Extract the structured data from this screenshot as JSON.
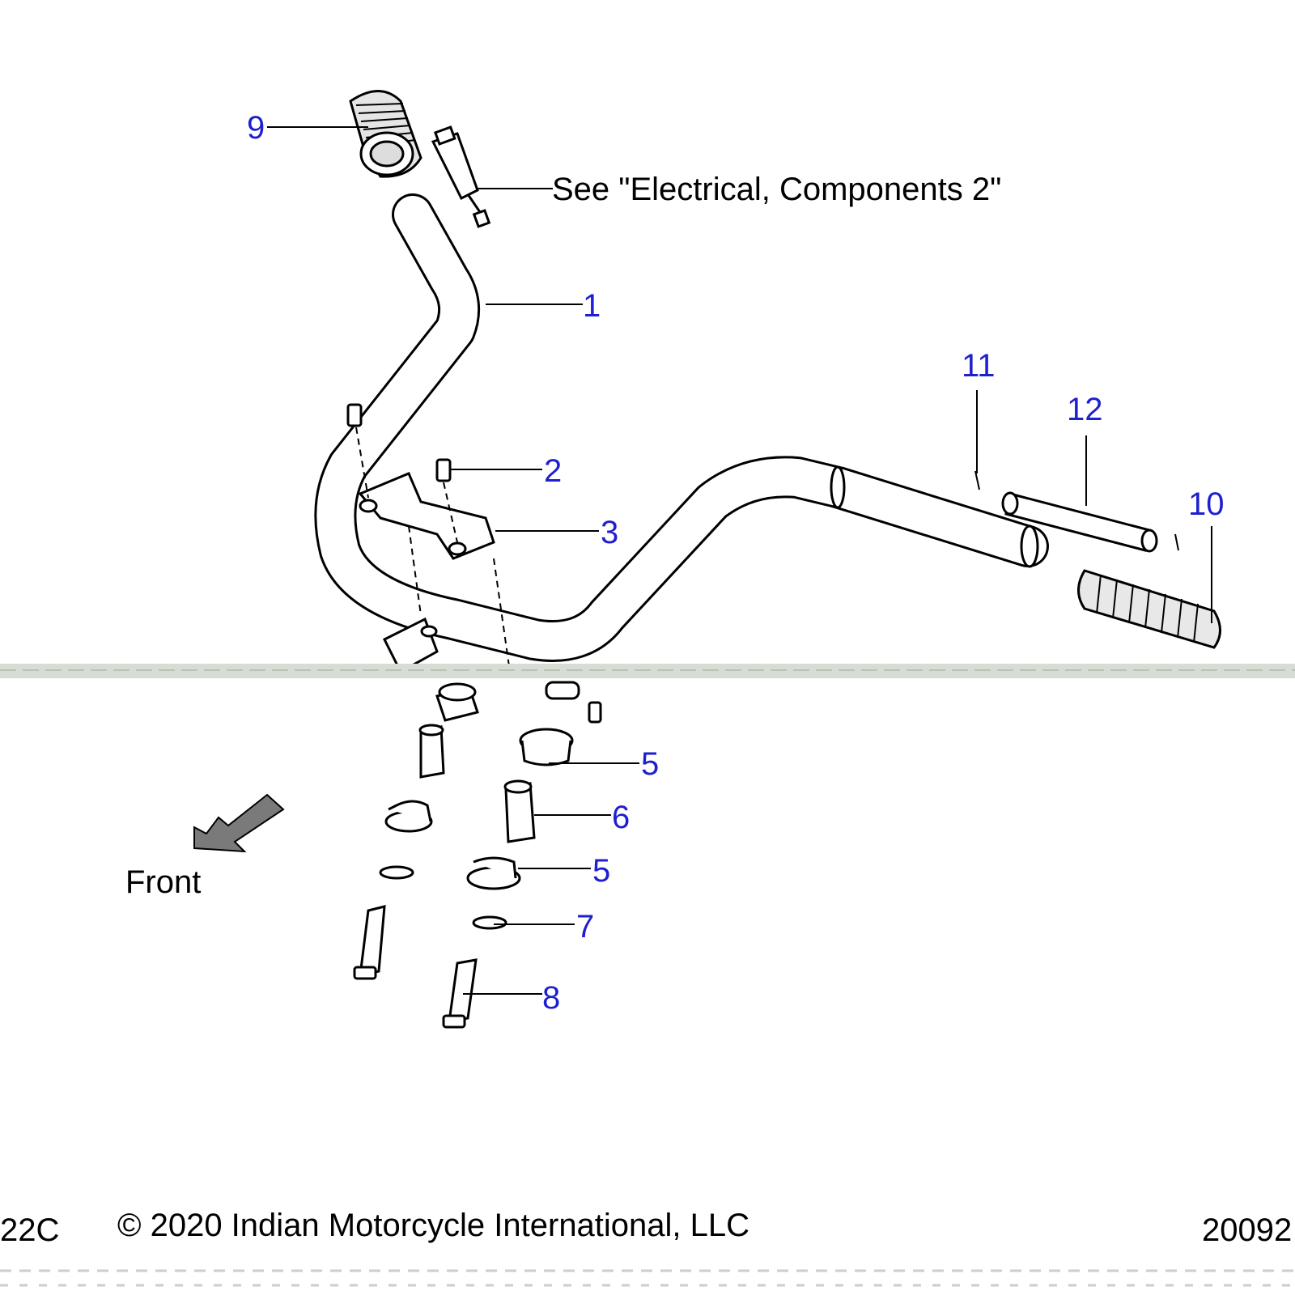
{
  "callouts": [
    {
      "id": "1",
      "label": "1"
    },
    {
      "id": "2",
      "label": "2"
    },
    {
      "id": "3",
      "label": "3"
    },
    {
      "id": "5a",
      "label": "5"
    },
    {
      "id": "5b",
      "label": "5"
    },
    {
      "id": "6",
      "label": "6"
    },
    {
      "id": "7",
      "label": "7"
    },
    {
      "id": "8",
      "label": "8"
    },
    {
      "id": "9",
      "label": "9"
    },
    {
      "id": "10",
      "label": "10"
    },
    {
      "id": "11",
      "label": "11"
    },
    {
      "id": "12",
      "label": "12"
    }
  ],
  "reference_note": "See \"Electrical, Components 2\"",
  "front_label": "Front",
  "footer": {
    "left_code": "22C",
    "copyright": "© 2020 Indian Motorcycle International, LLC",
    "right_code": "20092"
  },
  "colors": {
    "callout": "#1f1fd0",
    "line": "#000000",
    "arrow_fill": "#7a7a7a"
  }
}
